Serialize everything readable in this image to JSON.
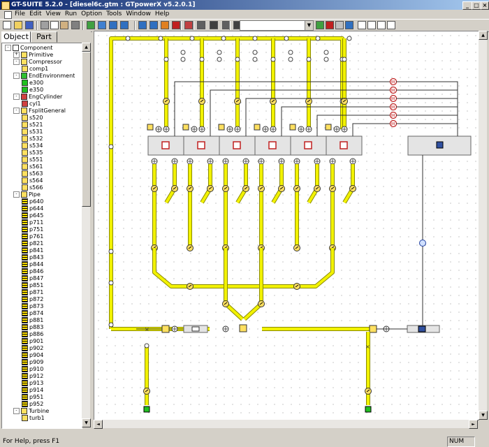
{
  "window": {
    "title": "GT-SUITE 5.2.0 - [diesel6c.gtm : GTpowerX v5.2.0.1]"
  },
  "menu": [
    "File",
    "Edit",
    "View",
    "Run",
    "Option",
    "Tools",
    "Window",
    "Help"
  ],
  "toolbar": {
    "buttons": [
      "new-icon",
      "open-icon",
      "save-icon",
      "cut-icon",
      "copy-icon",
      "paste-icon",
      "print-icon",
      "chart-icon",
      "plot-icon",
      "zoom-in-icon",
      "zoom-out-icon",
      "zoom-fit-icon",
      "pan-icon",
      "run-icon",
      "stop-icon",
      "library-icon",
      "select-icon",
      "text-icon",
      "link-icon",
      "help-icon"
    ],
    "combo_value": ""
  },
  "panel": {
    "tabs": [
      "Object",
      "Part"
    ],
    "tree": [
      {
        "label": "Component",
        "level": 0,
        "kind": "root",
        "exp": "-"
      },
      {
        "label": "Primitive",
        "level": 1,
        "kind": "folder",
        "exp": "+"
      },
      {
        "label": "Compressor",
        "level": 1,
        "kind": "folder",
        "exp": "-"
      },
      {
        "label": "comp1",
        "level": 2,
        "kind": "comp"
      },
      {
        "label": "EndEnvironment",
        "level": 1,
        "kind": "folder-green",
        "exp": "-"
      },
      {
        "label": "e300",
        "level": 2,
        "kind": "env"
      },
      {
        "label": "e350",
        "level": 2,
        "kind": "env"
      },
      {
        "label": "EngCylinder",
        "level": 1,
        "kind": "folder-red",
        "exp": "-"
      },
      {
        "label": "cyl1",
        "level": 2,
        "kind": "cyl"
      },
      {
        "label": "FsplitGeneral",
        "level": 1,
        "kind": "folder",
        "exp": "-"
      },
      {
        "label": "s520",
        "level": 2,
        "kind": "split"
      },
      {
        "label": "s521",
        "level": 2,
        "kind": "split"
      },
      {
        "label": "s531",
        "level": 2,
        "kind": "split"
      },
      {
        "label": "s532",
        "level": 2,
        "kind": "split"
      },
      {
        "label": "s534",
        "level": 2,
        "kind": "split"
      },
      {
        "label": "s535",
        "level": 2,
        "kind": "split"
      },
      {
        "label": "s551",
        "level": 2,
        "kind": "split"
      },
      {
        "label": "s561",
        "level": 2,
        "kind": "split"
      },
      {
        "label": "s563",
        "level": 2,
        "kind": "split"
      },
      {
        "label": "s564",
        "level": 2,
        "kind": "split"
      },
      {
        "label": "s566",
        "level": 2,
        "kind": "split"
      },
      {
        "label": "Pipe",
        "level": 1,
        "kind": "folder",
        "exp": "-"
      },
      {
        "label": "p640",
        "level": 2,
        "kind": "pipe"
      },
      {
        "label": "p644",
        "level": 2,
        "kind": "pipe"
      },
      {
        "label": "p645",
        "level": 2,
        "kind": "pipe"
      },
      {
        "label": "p711",
        "level": 2,
        "kind": "pipe"
      },
      {
        "label": "p751",
        "level": 2,
        "kind": "pipe"
      },
      {
        "label": "p761",
        "level": 2,
        "kind": "pipe"
      },
      {
        "label": "p821",
        "level": 2,
        "kind": "pipe"
      },
      {
        "label": "p841",
        "level": 2,
        "kind": "pipe"
      },
      {
        "label": "p843",
        "level": 2,
        "kind": "pipe"
      },
      {
        "label": "p844",
        "level": 2,
        "kind": "pipe"
      },
      {
        "label": "p846",
        "level": 2,
        "kind": "pipe"
      },
      {
        "label": "p847",
        "level": 2,
        "kind": "pipe"
      },
      {
        "label": "p851",
        "level": 2,
        "kind": "pipe"
      },
      {
        "label": "p871",
        "level": 2,
        "kind": "pipe"
      },
      {
        "label": "p872",
        "level": 2,
        "kind": "pipe"
      },
      {
        "label": "p873",
        "level": 2,
        "kind": "pipe"
      },
      {
        "label": "p874",
        "level": 2,
        "kind": "pipe"
      },
      {
        "label": "p881",
        "level": 2,
        "kind": "pipe"
      },
      {
        "label": "p883",
        "level": 2,
        "kind": "pipe"
      },
      {
        "label": "p886",
        "level": 2,
        "kind": "pipe"
      },
      {
        "label": "p901",
        "level": 2,
        "kind": "pipe"
      },
      {
        "label": "p902",
        "level": 2,
        "kind": "pipe"
      },
      {
        "label": "p904",
        "level": 2,
        "kind": "pipe"
      },
      {
        "label": "p909",
        "level": 2,
        "kind": "pipe"
      },
      {
        "label": "p910",
        "level": 2,
        "kind": "pipe"
      },
      {
        "label": "p912",
        "level": 2,
        "kind": "pipe"
      },
      {
        "label": "p913",
        "level": 2,
        "kind": "pipe"
      },
      {
        "label": "p914",
        "level": 2,
        "kind": "pipe"
      },
      {
        "label": "p951",
        "level": 2,
        "kind": "pipe"
      },
      {
        "label": "p952",
        "level": 2,
        "kind": "pipe"
      },
      {
        "label": "Turbine",
        "level": 1,
        "kind": "folder",
        "exp": "-"
      },
      {
        "label": "turb1",
        "level": 2,
        "kind": "comp"
      }
    ]
  },
  "colors": {
    "pipe": "#f2f200",
    "pipe_edge": "#8a8a00",
    "block": "#e4e4e4",
    "env": "#22c022",
    "accent": "#0a246a"
  },
  "status": {
    "text": "For Help, press F1",
    "num": "NUM"
  }
}
